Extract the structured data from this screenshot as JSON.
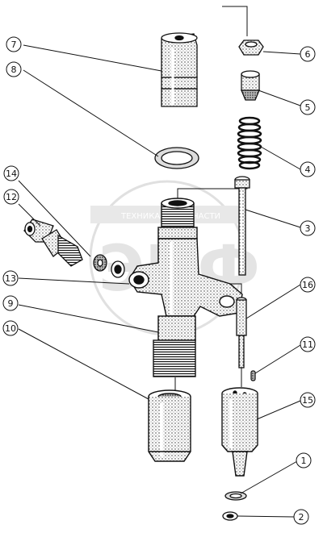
{
  "watermark": {
    "top_text": "ТЕХНИКА",
    "top_text_right": "ЗАПЧАСТИ",
    "logo": "ЭПФ"
  },
  "callouts": [
    {
      "label": "1"
    },
    {
      "label": "2"
    },
    {
      "label": "3"
    },
    {
      "label": "4"
    },
    {
      "label": "5"
    },
    {
      "label": "6"
    },
    {
      "label": "7"
    },
    {
      "label": "8"
    },
    {
      "label": "9"
    },
    {
      "label": "10"
    },
    {
      "label": "11"
    },
    {
      "label": "12"
    },
    {
      "label": "13"
    },
    {
      "label": "14"
    },
    {
      "label": "15"
    },
    {
      "label": "16"
    }
  ]
}
